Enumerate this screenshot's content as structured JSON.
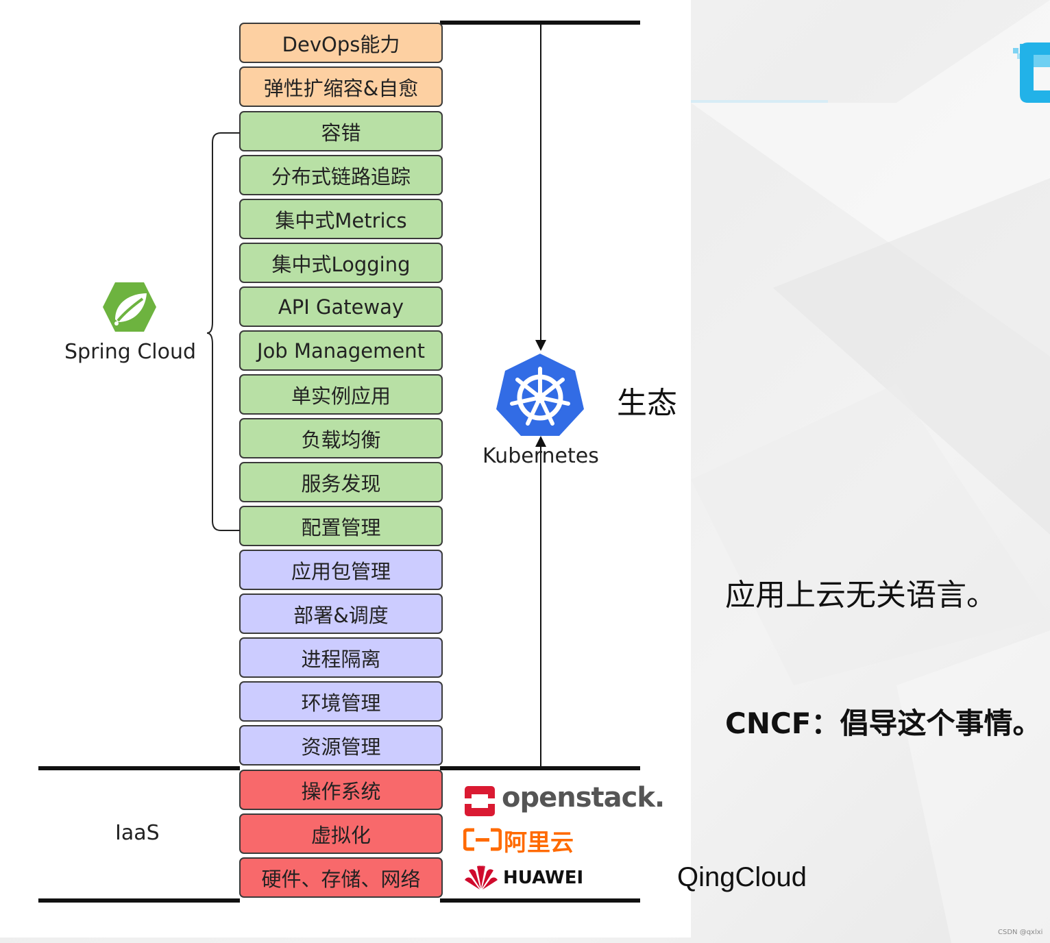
{
  "layers": {
    "devops": "DevOps能力",
    "elastic": "弹性扩缩容&自愈",
    "fault_tolerance": "容错",
    "tracing": "分布式链路追踪",
    "metrics": "集中式Metrics",
    "logging": "集中式Logging",
    "api_gateway": "API Gateway",
    "job_management": "Job Management",
    "singleton": "单实例应用",
    "load_balancing": "负载均衡",
    "service_discovery": "服务发现",
    "config_management": "配置管理",
    "package_management": "应用包管理",
    "deploy_schedule": "部署&调度",
    "process_isolation": "进程隔离",
    "env_management": "环境管理",
    "resource_management": "资源管理",
    "os": "操作系统",
    "virtualization": "虚拟化",
    "hardware": "硬件、存储、网络"
  },
  "labels": {
    "spring_cloud": "Spring Cloud",
    "kubernetes": "Kubernetes",
    "iaas": "IaaS",
    "ecosystem": "生态"
  },
  "vendors": {
    "openstack": "openstack.",
    "aliyun": "阿里云",
    "huawei": "HUAWEI",
    "qingcloud": "QingCloud"
  },
  "notes": {
    "language_agnostic": "应用上云无关语言。",
    "cncf": "CNCF：倡导这个事情。"
  },
  "watermark": "CSDN @qxlxi",
  "colors": {
    "orange_layer": "#fdd0a2",
    "green_layer": "#b8e0a5",
    "purple_layer": "#ccccff",
    "red_layer": "#f8696b",
    "kubernetes_blue": "#326ce5",
    "spring_green": "#6db33f",
    "openstack_red": "#da1a32",
    "aliyun_orange": "#ff6a00",
    "huawei_red": "#cf0a2c"
  }
}
